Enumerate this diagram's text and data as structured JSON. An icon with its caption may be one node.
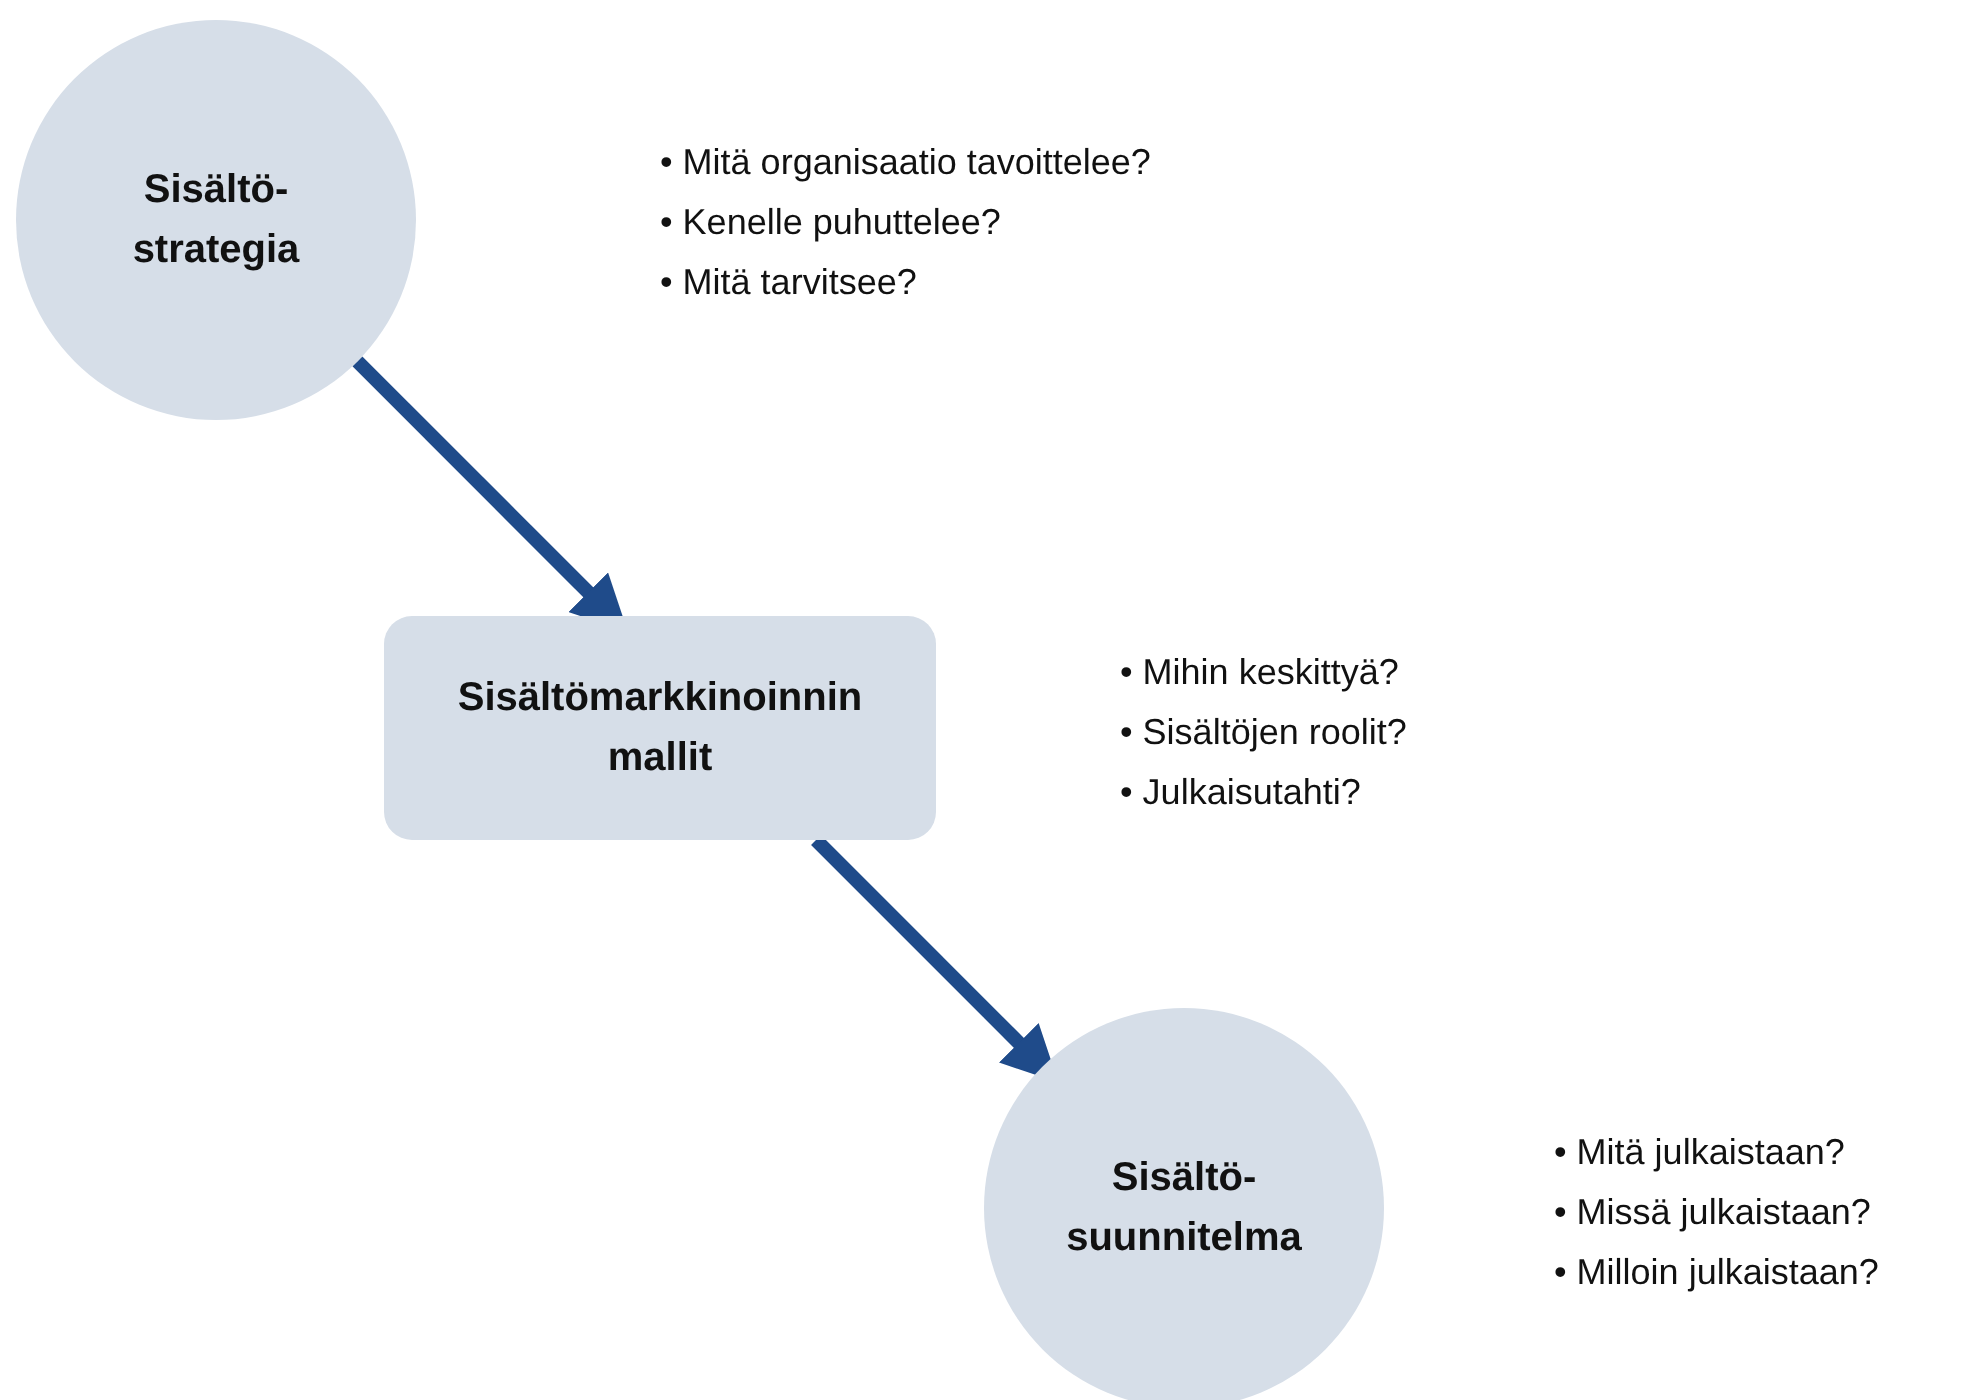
{
  "diagram": {
    "nodes": [
      {
        "text": [
          "Sisältö- strategia"
        ],
        "beside": [
          "• Mitä organisaatio tavoittelee?",
          "• Kenelle puhuttelee?",
          "• Mitä tarvitsee?"
        ]
      },
      {
        "text": [
          "Sisältömarkkinoinnin mallit"
        ],
        "beside": [
          "• Mihin keskittyä?",
          "• Sisältöjen roolit?",
          "• Julkaisutahti?"
        ]
      },
      {
        "text": [
          "Sisältö- suunnitelma"
        ],
        "beside": [
          "• Mitä julkaistaan?",
          "• Missä julkaistaan?",
          "• Milloin julkaistaan?"
        ]
      }
    ],
    "edges": [
      {
        "from": 0,
        "to": 1,
        "arrow": "to"
      },
      {
        "from": 1,
        "to": 2,
        "arrow": "to"
      }
    ]
  }
}
